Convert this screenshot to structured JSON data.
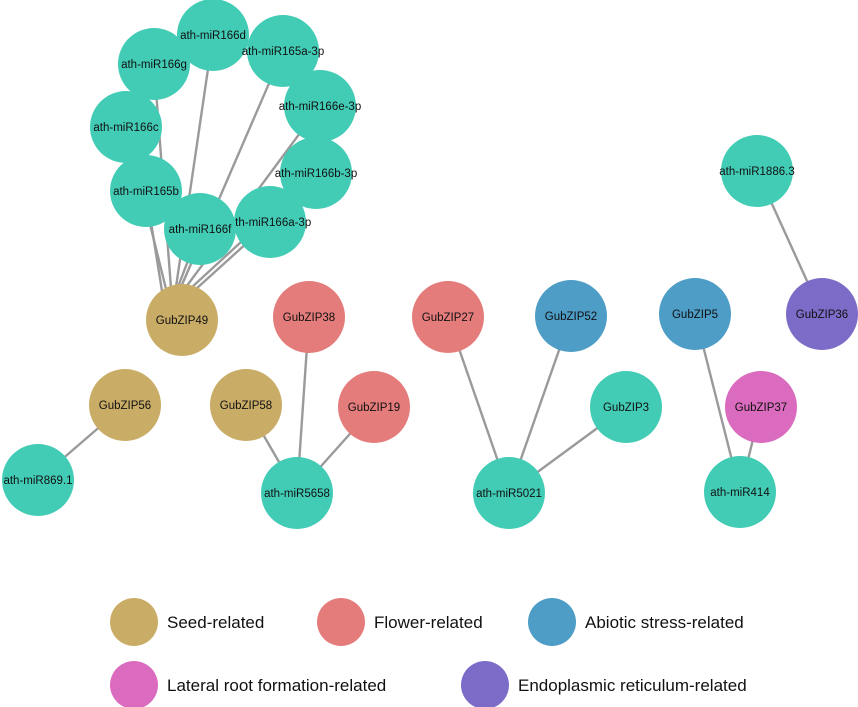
{
  "colors": {
    "mirna": "#42CCB6",
    "seed": "#C9AD67",
    "flower": "#E47C7B",
    "abiotic": "#4D9DC6",
    "lateral_root": "#DA6BBE",
    "er": "#7C6CC8",
    "edge": "#9A9A9A"
  },
  "nodes": [
    {
      "id": "n_miR166g",
      "label": "ath-miR166g",
      "category": "mirna"
    },
    {
      "id": "n_miR166d",
      "label": "ath-miR166d",
      "category": "mirna"
    },
    {
      "id": "n_miR165a",
      "label": "ath-miR165a-3p",
      "category": "mirna"
    },
    {
      "id": "n_miR166e",
      "label": "ath-miR166e-3p",
      "category": "mirna"
    },
    {
      "id": "n_miR166c",
      "label": "ath-miR166c",
      "category": "mirna"
    },
    {
      "id": "n_miR166b",
      "label": "ath-miR166b-3p",
      "category": "mirna"
    },
    {
      "id": "n_miR165b",
      "label": "ath-miR165b",
      "category": "mirna"
    },
    {
      "id": "n_miR166a",
      "label": "ath-miR166a-3p",
      "category": "mirna"
    },
    {
      "id": "n_miR166f",
      "label": "ath-miR166f",
      "category": "mirna"
    },
    {
      "id": "n_GubZIP49",
      "label": "GubZIP49",
      "category": "seed"
    },
    {
      "id": "n_miR1886",
      "label": "ath-miR1886.3",
      "category": "mirna"
    },
    {
      "id": "n_GubZIP36",
      "label": "GubZIP36",
      "category": "er"
    },
    {
      "id": "n_GubZIP38",
      "label": "GubZIP38",
      "category": "flower"
    },
    {
      "id": "n_GubZIP27",
      "label": "GubZIP27",
      "category": "flower"
    },
    {
      "id": "n_GubZIP52",
      "label": "GubZIP52",
      "category": "abiotic"
    },
    {
      "id": "n_GubZIP5",
      "label": "GubZIP5",
      "category": "abiotic"
    },
    {
      "id": "n_GubZIP56",
      "label": "GubZIP56",
      "category": "seed"
    },
    {
      "id": "n_GubZIP58",
      "label": "GubZIP58",
      "category": "seed"
    },
    {
      "id": "n_GubZIP19",
      "label": "GubZIP19",
      "category": "flower"
    },
    {
      "id": "n_GubZIP3",
      "label": "GubZIP3",
      "category": "mirna"
    },
    {
      "id": "n_GubZIP37",
      "label": "GubZIP37",
      "category": "lateral_root"
    },
    {
      "id": "n_miR869",
      "label": "ath-miR869.1",
      "category": "mirna"
    },
    {
      "id": "n_miR5658",
      "label": "ath-miR5658",
      "category": "mirna"
    },
    {
      "id": "n_miR5021",
      "label": "ath-miR5021",
      "category": "mirna"
    },
    {
      "id": "n_miR414",
      "label": "ath-miR414",
      "category": "mirna"
    }
  ],
  "edges": [
    [
      "n_miR166g",
      "n_GubZIP49"
    ],
    [
      "n_miR166d",
      "n_GubZIP49"
    ],
    [
      "n_miR165a",
      "n_GubZIP49"
    ],
    [
      "n_miR166e",
      "n_GubZIP49"
    ],
    [
      "n_miR166c",
      "n_GubZIP49"
    ],
    [
      "n_miR166b",
      "n_GubZIP49"
    ],
    [
      "n_miR165b",
      "n_GubZIP49"
    ],
    [
      "n_miR166a",
      "n_GubZIP49"
    ],
    [
      "n_miR166f",
      "n_GubZIP49"
    ],
    [
      "n_miR1886",
      "n_GubZIP36"
    ],
    [
      "n_GubZIP56",
      "n_miR869"
    ],
    [
      "n_GubZIP38",
      "n_miR5658"
    ],
    [
      "n_GubZIP58",
      "n_miR5658"
    ],
    [
      "n_GubZIP19",
      "n_miR5658"
    ],
    [
      "n_GubZIP27",
      "n_miR5021"
    ],
    [
      "n_GubZIP52",
      "n_miR5021"
    ],
    [
      "n_GubZIP3",
      "n_miR5021"
    ],
    [
      "n_GubZIP5",
      "n_miR414"
    ],
    [
      "n_GubZIP37",
      "n_miR414"
    ]
  ],
  "legend": [
    {
      "label": "Seed-related",
      "category": "seed"
    },
    {
      "label": "Flower-related",
      "category": "flower"
    },
    {
      "label": "Abiotic stress-related",
      "category": "abiotic"
    },
    {
      "label": "Lateral root formation-related",
      "category": "lateral_root"
    },
    {
      "label": "Endoplasmic reticulum-related",
      "category": "er"
    }
  ]
}
